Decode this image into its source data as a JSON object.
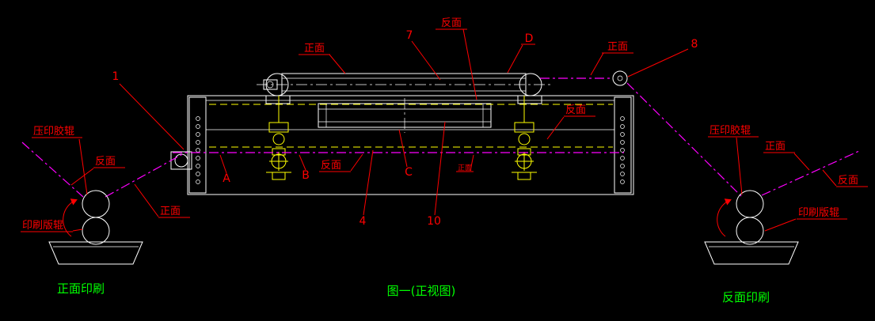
{
  "colors": {
    "background": "#000000",
    "white": "#ffffff",
    "red": "#ff0000",
    "green": "#00ff00",
    "magenta": "#ff00ff",
    "yellow": "#ffff00"
  },
  "title": "图一(正视图)",
  "labels": {
    "top": {
      "back": "反面",
      "front_left": "正面",
      "front_right": "正面"
    },
    "mid": {
      "back": "反面",
      "front_small": "正面",
      "back_right": "反面"
    },
    "left_unit": {
      "impression_roller": "压印胶辊",
      "plate_roller": "印刷版辊",
      "web_back": "反面",
      "web_front": "正面",
      "caption": "正面印刷"
    },
    "right_unit": {
      "impression_roller": "压印胶辊",
      "plate_roller": "印刷版辊",
      "web_front": "正面",
      "web_back": "反面",
      "caption": "反面印刷"
    },
    "callouts": {
      "n1": "1",
      "n4": "4",
      "n7": "7",
      "n8": "8",
      "n10": "10",
      "a": "A",
      "b": "B",
      "c": "C",
      "d": "D"
    }
  }
}
